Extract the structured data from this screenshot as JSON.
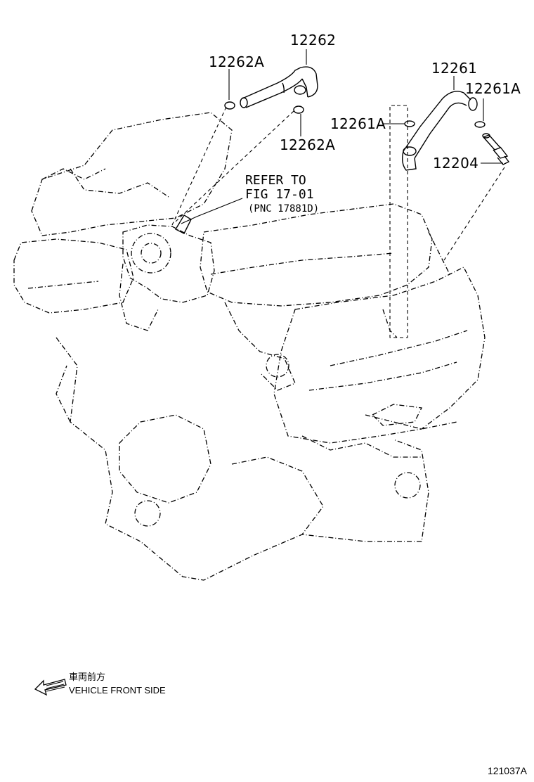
{
  "callouts": {
    "c12262": "12262",
    "c12262A_top": "12262A",
    "c12262A_bottom": "12262A",
    "c12261": "12261",
    "c12261A_right": "12261A",
    "c12261A_left": "12261A",
    "c12204": "12204"
  },
  "reference": {
    "line1": "REFER TO",
    "line2": "FIG 17-01",
    "line3": "(PNC 17881D)"
  },
  "legend": {
    "direction_jp": "車両前方",
    "direction_en": "VEHICLE FRONT SIDE"
  },
  "figure_id": "121037A"
}
